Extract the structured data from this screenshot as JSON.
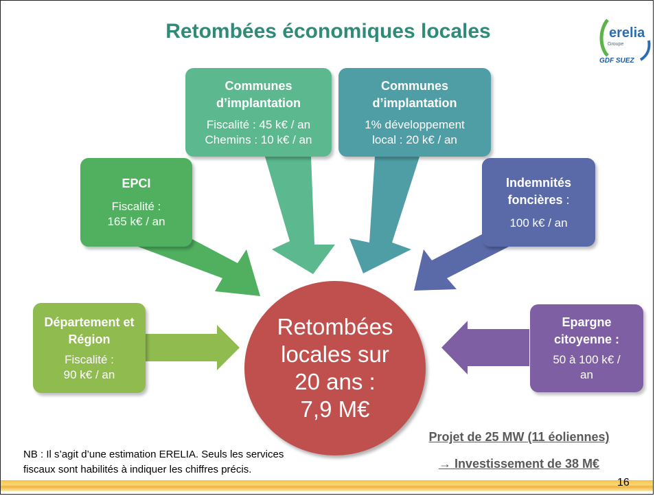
{
  "title": "Retombées économiques locales",
  "logo": {
    "name": "erelia",
    "group": "Groupe",
    "partner": "GDF SUEZ"
  },
  "boxes": {
    "communes1": {
      "heading": "Communes d’implantation",
      "line1": "Fiscalité : 45 k€ / an",
      "line2": "Chemins : 10 k€ / an",
      "color": "#5bb88f"
    },
    "communes2": {
      "heading": "Communes d’implantation",
      "line1": "1% développement",
      "line2": "local : 20 k€ / an",
      "color": "#4f9ea6"
    },
    "epci": {
      "heading": "EPCI",
      "line1": "Fiscalité :",
      "line2": "165 k€ / an",
      "color": "#50b060"
    },
    "indemnites": {
      "heading": "Indemnités foncières",
      "heading_suffix": " :",
      "line1": "100 k€ / an",
      "color": "#5a6aa8"
    },
    "departement": {
      "heading": "Département et Région",
      "line1": "Fiscalité :",
      "line2": "90 k€ / an",
      "color": "#8fbb4f"
    },
    "epargne": {
      "heading": "Epargne citoyenne :",
      "line1": "50 à 100 k€ /",
      "line2": "an",
      "color": "#7e5fa3"
    }
  },
  "center": {
    "line1": "Retombées",
    "line2": "locales sur",
    "line3": "20 ans :",
    "line4": "7,9 M€",
    "color": "#c0504d"
  },
  "note": {
    "line1": "NB : Il s’agit d’une estimation ERELIA. Seuls les services",
    "line2": "fiscaux sont habilités à indiquer les chiffres précis."
  },
  "project": {
    "line1": "Projet de 25 MW (11 éoliennes)",
    "line2": "→ Investissement de 38 M€"
  },
  "page_number": "16"
}
